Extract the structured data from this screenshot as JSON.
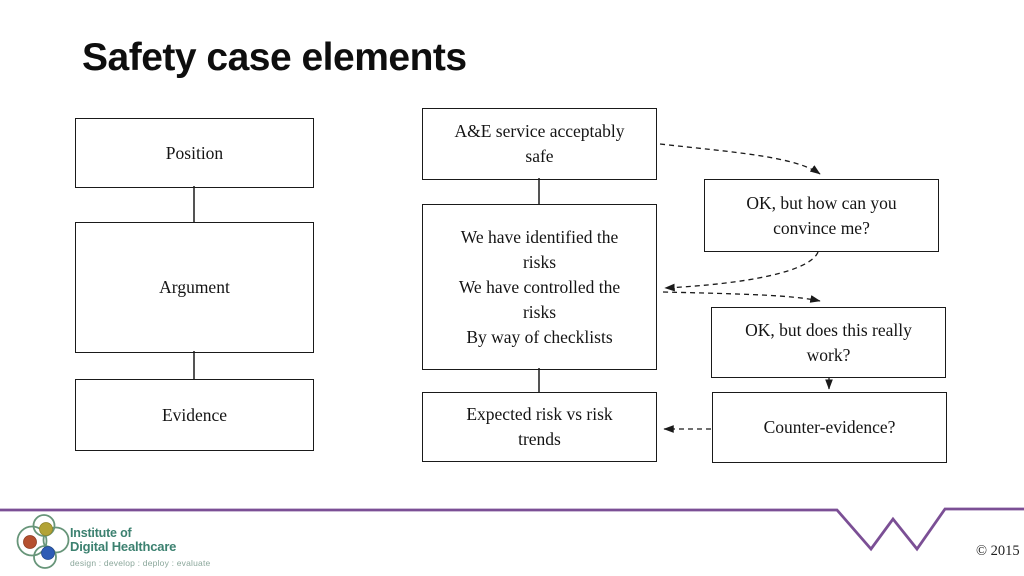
{
  "slide": {
    "title": "Safety case elements"
  },
  "diagram": {
    "left_column": {
      "position": "Position",
      "argument": "Argument",
      "evidence": "Evidence"
    },
    "middle_column": {
      "claim": "A&E service acceptably\nsafe",
      "argument": "We have identified the\nrisks\nWe have controlled the\nrisks\nBy way of checklists",
      "evidence": "Expected risk vs risk\ntrends"
    },
    "right_column": {
      "challenge_convince": "OK, but how can you\nconvince me?",
      "challenge_work": "OK, but does this really\nwork?",
      "counter_evidence": "Counter-evidence?"
    }
  },
  "footer": {
    "copyright": "© 2015",
    "logo": {
      "line1": "Institute of",
      "line2": "Digital Healthcare",
      "tagline": "design : develop : deploy : evaluate"
    }
  },
  "theme": {
    "accent_purple": "#7b4f95",
    "box_border": "#1a1a1a",
    "logo_green": "#3c8170",
    "logo_outline": "#679579",
    "logo_orange": "#b5502f",
    "logo_yellow": "#b2a336",
    "logo_blue": "#2e5cb5",
    "tagline_color": "#8ba79b"
  }
}
